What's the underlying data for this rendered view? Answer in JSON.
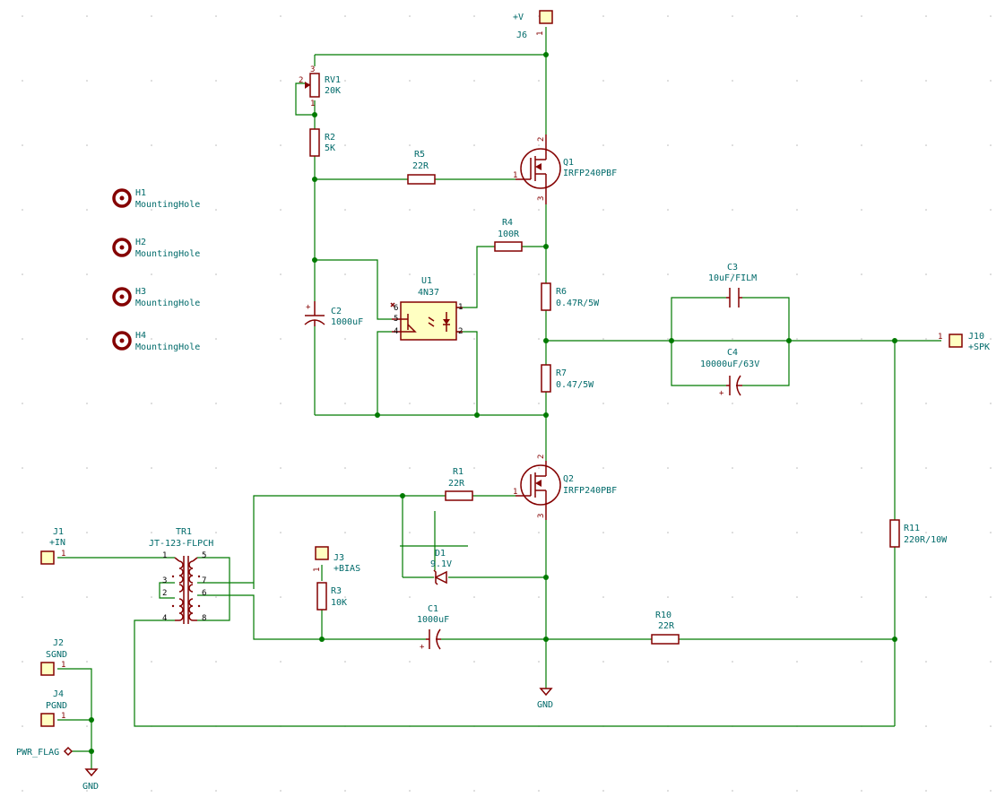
{
  "components": {
    "J6": {
      "ref": "J6",
      "value": "+V",
      "pin": "1"
    },
    "RV1": {
      "ref": "RV1",
      "value": "20K",
      "pins": [
        "3",
        "2",
        "1"
      ]
    },
    "R2": {
      "ref": "R2",
      "value": "5K"
    },
    "R5": {
      "ref": "R5",
      "value": "22R"
    },
    "Q1": {
      "ref": "Q1",
      "value": "IRFP240PBF",
      "pins": [
        "1",
        "2",
        "3"
      ]
    },
    "R4": {
      "ref": "R4",
      "value": "100R"
    },
    "U1": {
      "ref": "U1",
      "value": "4N37",
      "pins": [
        "6",
        "5",
        "4",
        "1",
        "2"
      ]
    },
    "C2": {
      "ref": "C2",
      "value": "1000uF",
      "plus": "+"
    },
    "R6": {
      "ref": "R6",
      "value": "0.47R/5W"
    },
    "R7": {
      "ref": "R7",
      "value": "0.47/5W"
    },
    "C3": {
      "ref": "C3",
      "value": "10uF/FILM"
    },
    "C4": {
      "ref": "C4",
      "value": "10000uF/63V",
      "plus": "+"
    },
    "J10": {
      "ref": "J10",
      "value": "+SPK",
      "pin": "1"
    },
    "Q2": {
      "ref": "Q2",
      "value": "IRFP240PBF",
      "pins": [
        "1",
        "2",
        "3"
      ]
    },
    "R1": {
      "ref": "R1",
      "value": "22R"
    },
    "D1": {
      "ref": "D1",
      "value": "9.1V"
    },
    "J1": {
      "ref": "J1",
      "value": "+IN",
      "pin": "1"
    },
    "TR1": {
      "ref": "TR1",
      "value": "JT-123-FLPCH",
      "pins": [
        "1",
        "3",
        "2",
        "4",
        "5",
        "7",
        "6",
        "8"
      ]
    },
    "J3": {
      "ref": "J3",
      "value": "+BIAS",
      "pin": "1"
    },
    "R3": {
      "ref": "R3",
      "value": "10K"
    },
    "C1": {
      "ref": "C1",
      "value": "1000uF",
      "plus": "+"
    },
    "R10": {
      "ref": "R10",
      "value": "22R"
    },
    "R11": {
      "ref": "R11",
      "value": "220R/10W"
    },
    "J2": {
      "ref": "J2",
      "value": "SGND",
      "pin": "1"
    },
    "J4": {
      "ref": "J4",
      "value": "PGND",
      "pin": "1"
    },
    "GND1": {
      "value": "GND"
    },
    "GND2": {
      "value": "GND"
    },
    "PWR": {
      "value": "PWR_FLAG"
    },
    "H1": {
      "ref": "H1",
      "value": "MountingHole"
    },
    "H2": {
      "ref": "H2",
      "value": "MountingHole"
    },
    "H3": {
      "ref": "H3",
      "value": "MountingHole"
    },
    "H4": {
      "ref": "H4",
      "value": "MountingHole"
    }
  }
}
